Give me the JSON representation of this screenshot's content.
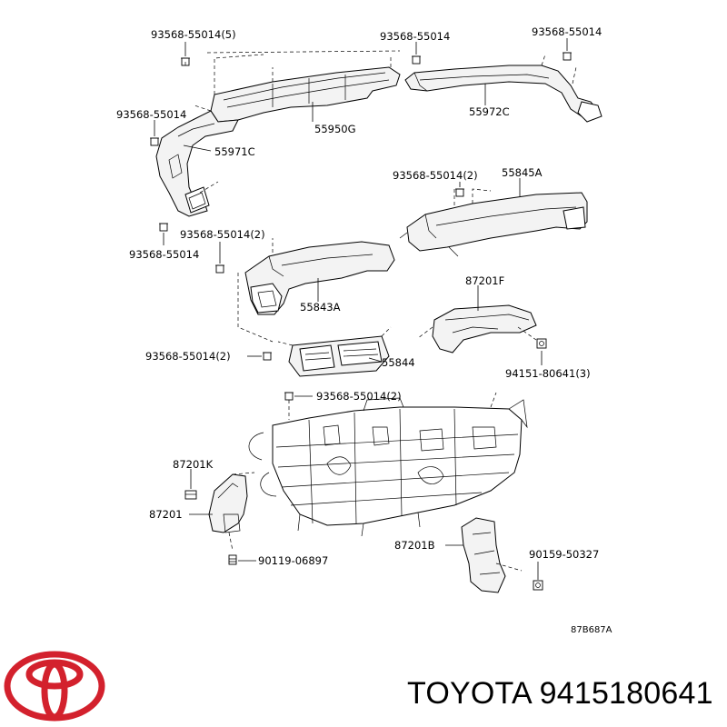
{
  "parts": {
    "clip_5": "93568-55014(5)",
    "clip_top_mid": "93568-55014",
    "clip_top_right": "93568-55014",
    "clip_left_upper": "93568-55014",
    "duct_center_upper": "55950G",
    "duct_right_upper": "55972C",
    "duct_left_upper": "55971C",
    "clip_2_right": "93568-55014(2)",
    "duct_right_lower": "55845A",
    "clip_left_lower": "93568-55014",
    "clip_2_left": "93568-55014(2)",
    "duct_left_lower": "55843A",
    "duct_87201F": "87201F",
    "clip_2_center": "93568-55014(2)",
    "register_center": "55844",
    "screw_3": "94151-80641(3)",
    "clip_2_center_lower": "93568-55014(2)",
    "duct_87201K": "87201K",
    "duct_87201": "87201",
    "screw_90119": "90119-06897",
    "duct_87201B": "87201B",
    "screw_90159": "90159-50327"
  },
  "figure_ref": "87B687A",
  "brand_caption": "TOYOTA 9415180641",
  "colors": {
    "logo_red": "#d3212d",
    "ink": "#000000"
  }
}
